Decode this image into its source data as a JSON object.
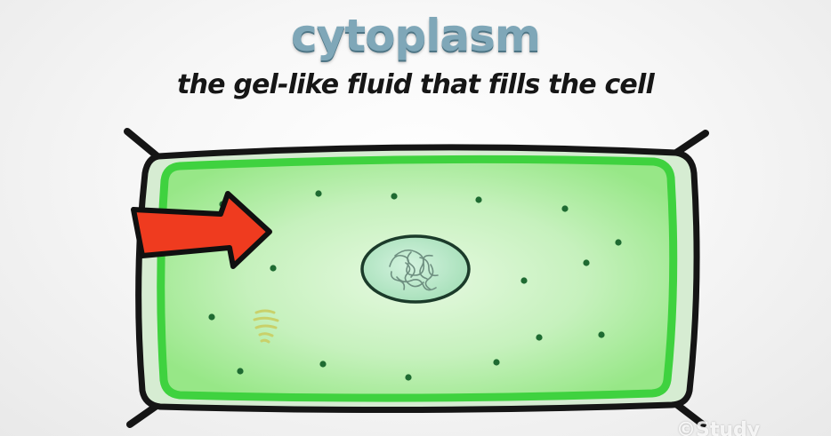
{
  "header": {
    "title": "cytoplasm",
    "subtitle": "the gel-like fluid that fills the cell"
  },
  "watermark": {
    "text": "©Study"
  },
  "colors": {
    "title": "#7fa7b8",
    "cell_wall_fill": "#d6ecd2",
    "cell_outline": "#151515",
    "membrane": "#3fd23f",
    "cytoplasm_center": "#dff7da",
    "cytoplasm_edge": "#9ce98d",
    "nucleus_fill": "#b7e7c6",
    "dot": "#1f6b32",
    "arrow": "#ef3b1f"
  },
  "icons": [
    "arrow-pointer",
    "ribosome-squiggle"
  ]
}
